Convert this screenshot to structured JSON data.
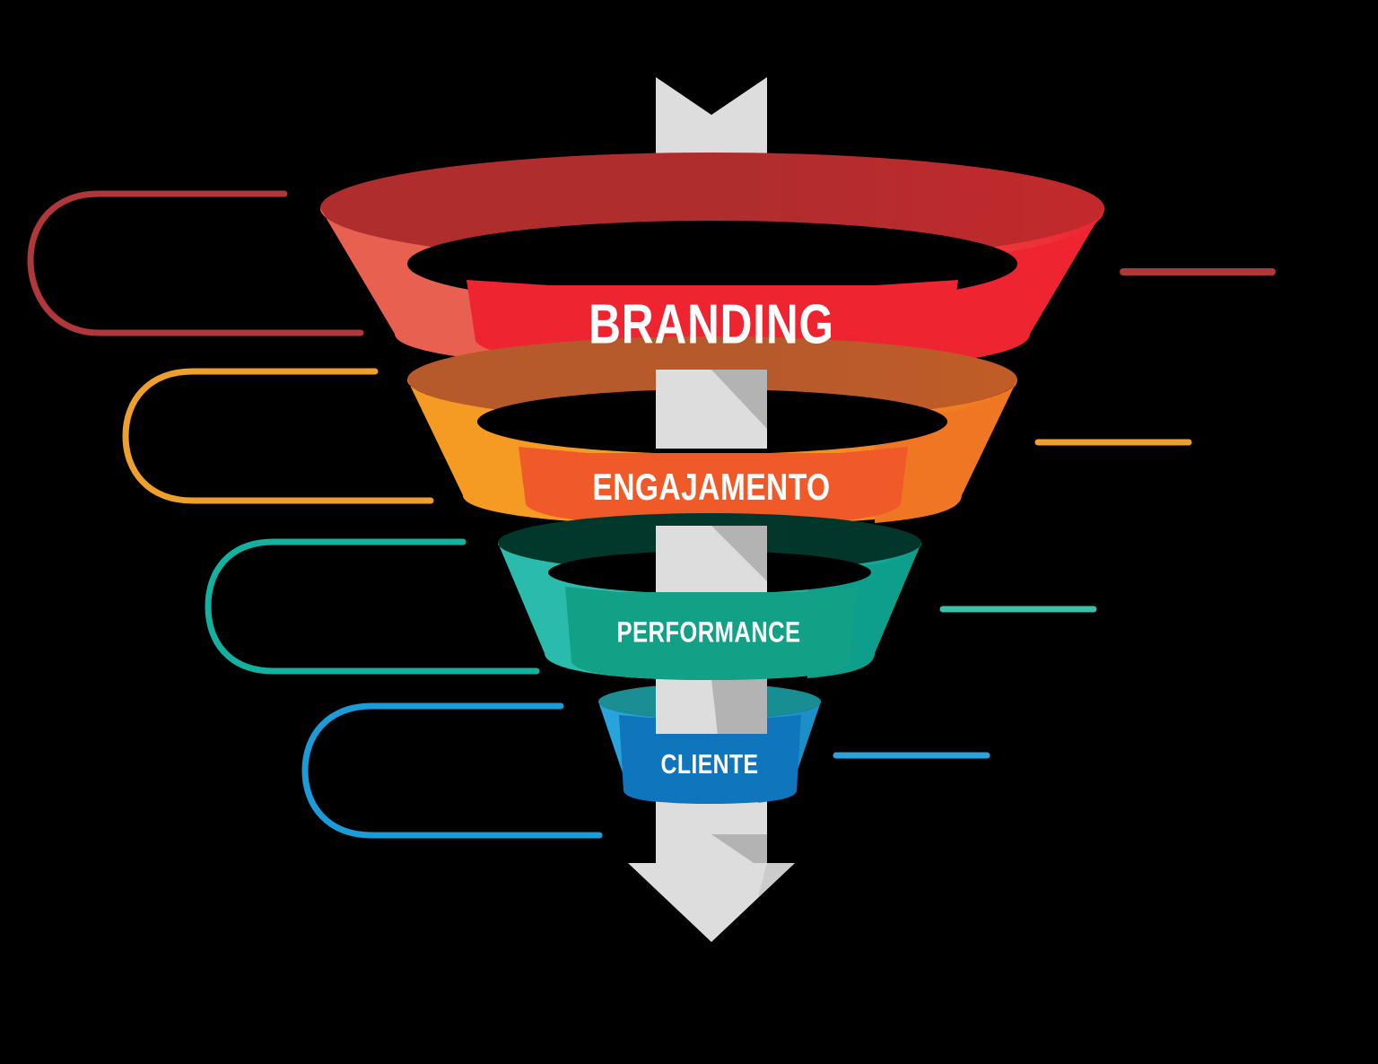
{
  "diagram": {
    "type": "marketing-funnel",
    "title": "",
    "background_color": "#000000",
    "arrow": {
      "name": "downward-arrow",
      "color_light": "#DDDDDD",
      "color_mid": "#B3B3B3",
      "direction": "down"
    },
    "stages": [
      {
        "label": "BRANDING",
        "order": 1,
        "band_color": "#EE2430",
        "side_color": "#E8604F",
        "rim_color": "#B02D2E",
        "edge_color": "#E8232F",
        "connector_left": "#B0373A",
        "connector_right": "#B0373A"
      },
      {
        "label": "ENGAJAMENTO",
        "order": 2,
        "band_color": "#F05A28",
        "side_color": "#F59A23",
        "rim_color": "#B75A2B",
        "edge_color": "#EF7622",
        "connector_left": "#EFA02C",
        "connector_right": "#EFA02C"
      },
      {
        "label": "PERFORMANCE",
        "order": 3,
        "band_color": "#12A086",
        "side_color": "#2BBBAD",
        "rim_color": "#02382C",
        "edge_color": "#0E9E8C",
        "connector_left": "#13B2A0",
        "connector_right": "#3CBFA7"
      },
      {
        "label": "CLIENTE",
        "order": 4,
        "band_color": "#0F75BC",
        "side_color": "#29A3DC",
        "rim_color": "#1B8E93",
        "edge_color": "#1C8FC4",
        "connector_left": "#1B9BD8",
        "connector_right": "#2BA4DD"
      }
    ],
    "connectors": {
      "left_brackets": 4,
      "right_ticks": 4,
      "note": "rounded U-shaped callout brackets on the left, short horizontal tick lines on the right"
    }
  }
}
